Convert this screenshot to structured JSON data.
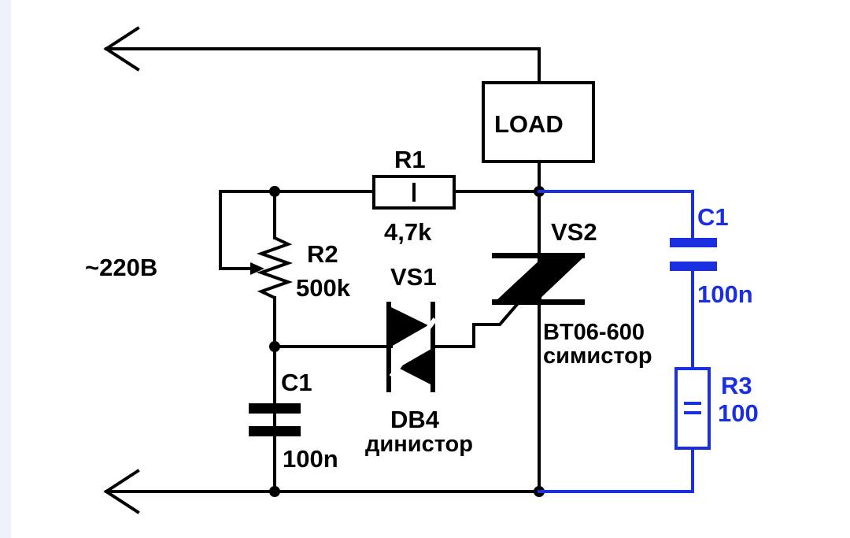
{
  "supply": {
    "label": "~220В"
  },
  "load": {
    "label": "LOAD"
  },
  "r1": {
    "name": "R1",
    "value": "4,7k"
  },
  "r2": {
    "name": "R2",
    "value": "500k"
  },
  "c_timing": {
    "name": "C1",
    "value": "100n"
  },
  "vs1": {
    "name": "VS1",
    "part": "DB4",
    "type": "динистор"
  },
  "vs2": {
    "name": "VS2",
    "part": "BT06-600",
    "type": "симистор"
  },
  "snubber": {
    "capacitor": {
      "name": "C1",
      "value": "100n"
    },
    "resistor": {
      "name": "R3",
      "value": "100"
    }
  },
  "colors": {
    "main_wire": "#000000",
    "snubber": "#1a2fe0",
    "background": "#ffffff"
  }
}
